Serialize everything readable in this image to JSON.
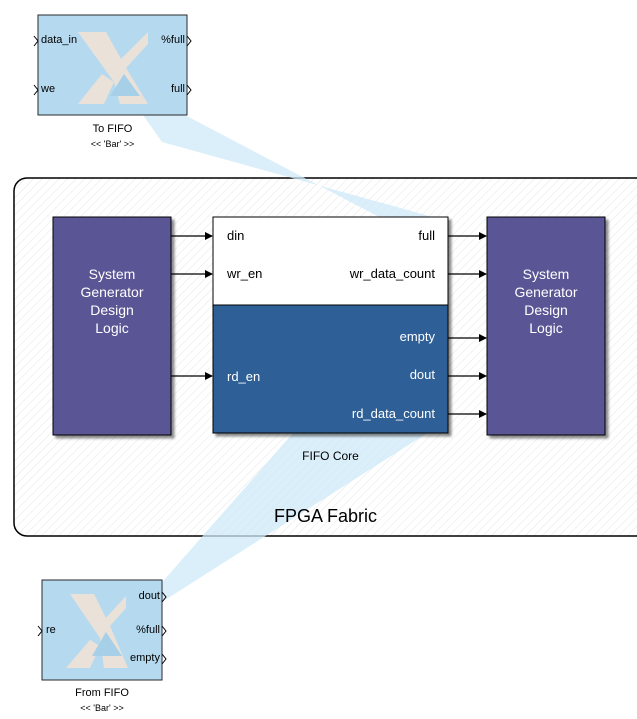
{
  "to_fifo": {
    "ports_in": [
      "data_in",
      "we"
    ],
    "ports_out": [
      "%full",
      "full"
    ],
    "caption": "To FIFO",
    "subcaption": "<< 'Bar' >>"
  },
  "from_fifo": {
    "ports_in": [
      "re"
    ],
    "ports_out": [
      "dout",
      "%full",
      "empty"
    ],
    "caption": "From FIFO",
    "subcaption": "<< 'Bar' >>"
  },
  "fabric": {
    "label": "FPGA Fabric"
  },
  "left_logic": {
    "lines": [
      "System",
      "Generator",
      "Design",
      "Logic"
    ]
  },
  "right_logic": {
    "lines": [
      "System",
      "Generator",
      "Design",
      "Logic"
    ]
  },
  "fifo_core": {
    "caption": "FIFO Core",
    "inputs_top": [
      "din",
      "wr_en"
    ],
    "outputs_top": [
      "full",
      "wr_data_count"
    ],
    "inputs_bottom": [
      "rd_en"
    ],
    "outputs_bottom": [
      "empty",
      "dout",
      "rd_data_count"
    ]
  },
  "colors": {
    "logic_fill": "#5a5494",
    "fifo_dark": "#2f5f96",
    "block_fill": "#b5daf0",
    "beam": "#cfe9f8"
  }
}
